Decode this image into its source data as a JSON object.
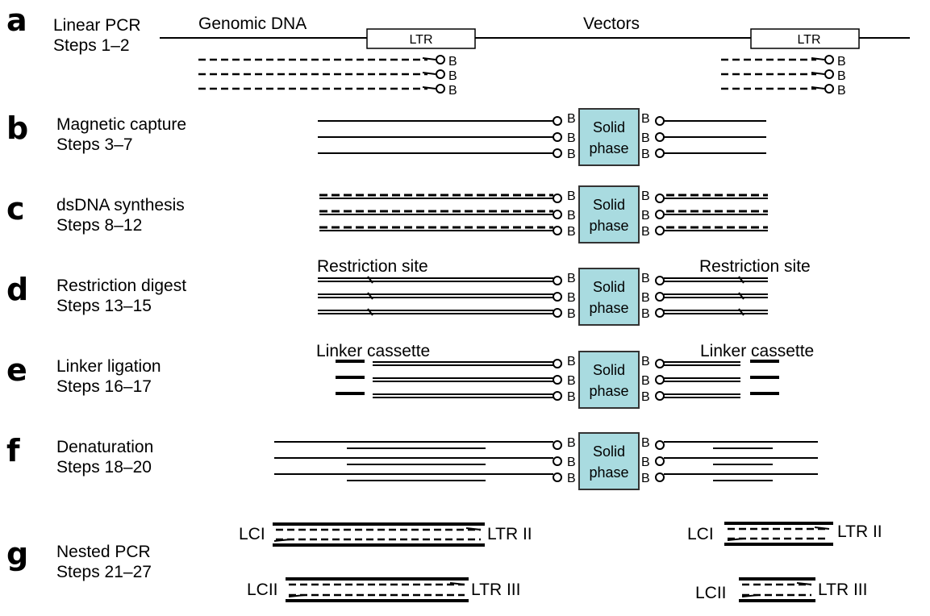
{
  "colors": {
    "solid_phase_fill": "#a9dbe0",
    "line": "#000000"
  },
  "steps": [
    {
      "letter": "a",
      "title": "Linear PCR",
      "steps": "Steps 1–2"
    },
    {
      "letter": "b",
      "title": "Magnetic capture",
      "steps": "Steps 3–7"
    },
    {
      "letter": "c",
      "title": "dsDNA synthesis",
      "steps": "Steps 8–12"
    },
    {
      "letter": "d",
      "title": "Restriction digest",
      "steps": "Steps 13–15"
    },
    {
      "letter": "e",
      "title": "Linker ligation",
      "steps": "Steps 16–17"
    },
    {
      "letter": "f",
      "title": "Denaturation",
      "steps": "Steps 18–20"
    },
    {
      "letter": "g",
      "title": "Nested PCR",
      "steps": "Steps 21–27"
    }
  ],
  "labels": {
    "genomic_dna": "Genomic DNA",
    "vectors": "Vectors",
    "ltr": "LTR",
    "biotin": "B",
    "solid_phase_line1": "Solid",
    "solid_phase_line2": "phase",
    "restriction_site": "Restriction site",
    "linker_cassette": "Linker cassette",
    "lci": "LCI",
    "lcii": "LCII",
    "ltr_ii": "LTR II",
    "ltr_iii": "LTR III"
  }
}
